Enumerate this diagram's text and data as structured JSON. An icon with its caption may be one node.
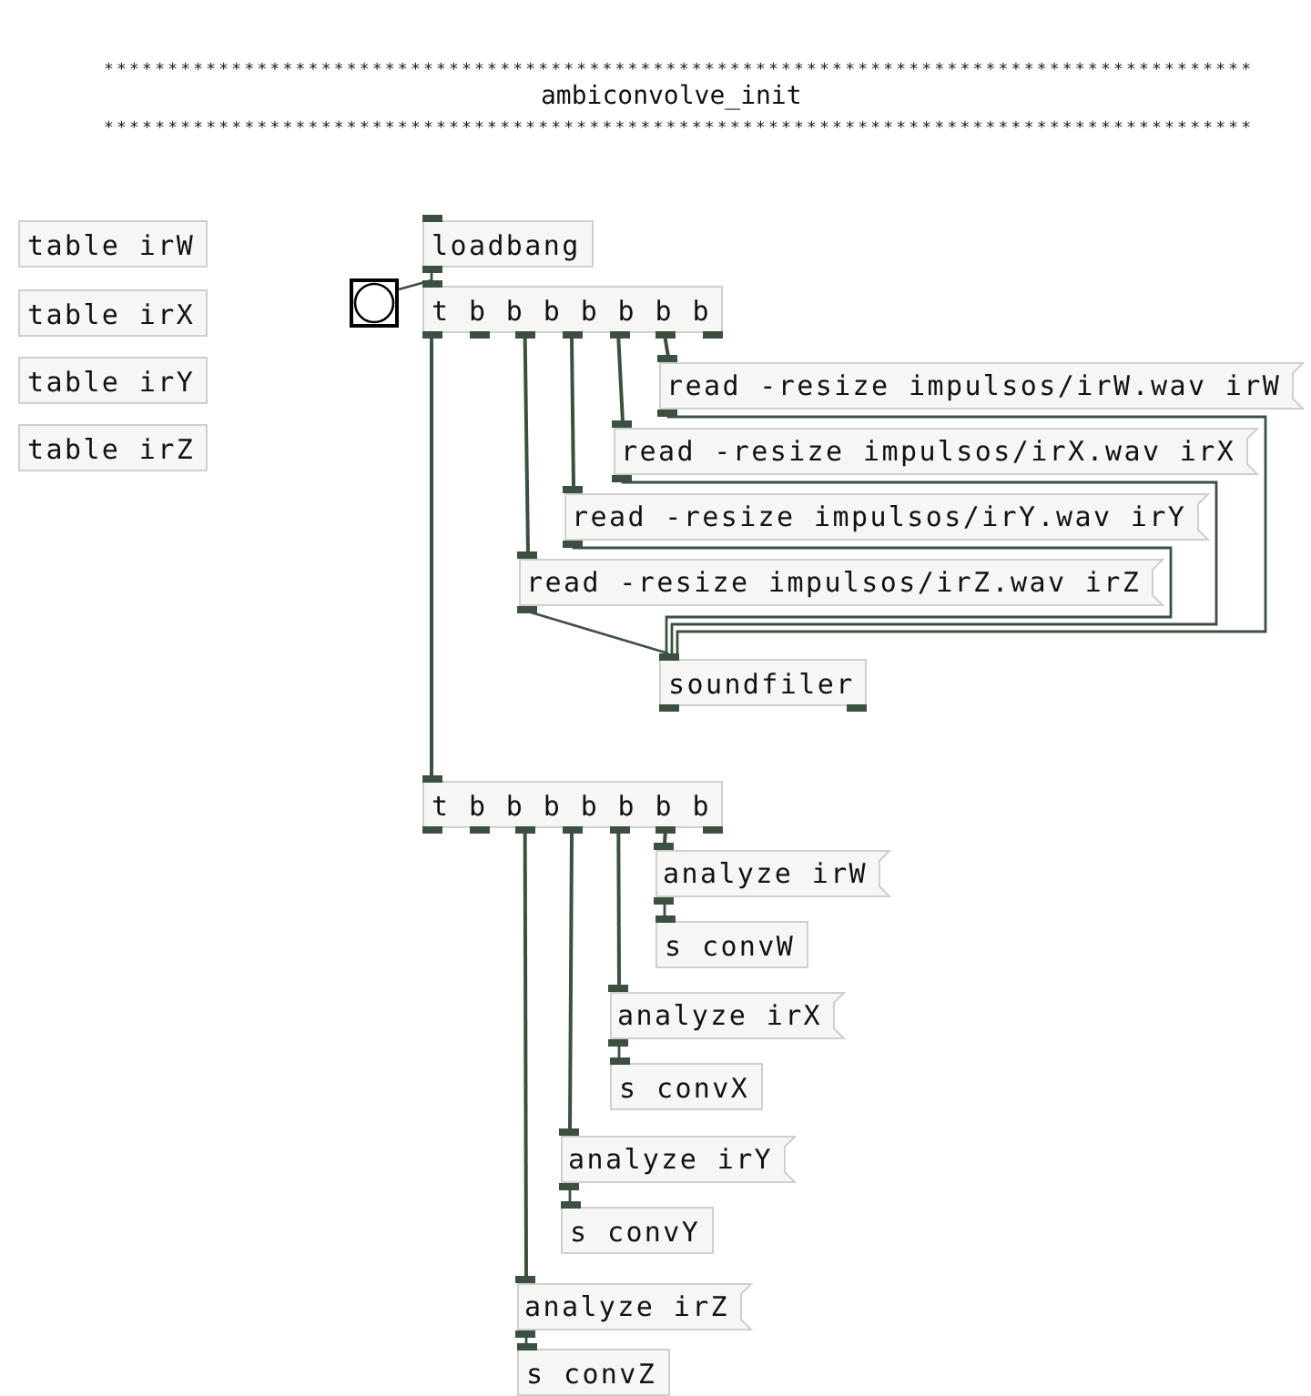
{
  "diagram": {
    "nodes": [
      {
        "text": [
          "table irW"
        ]
      },
      {
        "text": [
          "table irX"
        ]
      },
      {
        "text": [
          "table irY"
        ]
      },
      {
        "text": [
          "table irZ"
        ]
      },
      {
        "text": [
          "loadbang"
        ]
      },
      {
        "text": [],
        "shape": "box"
      },
      {
        "text": [
          "t b b b b b b b"
        ]
      },
      {
        "text": [
          "read -resize impulsos/irW.wav irW"
        ]
      },
      {
        "text": [
          "read -resize impulsos/irX.wav irX"
        ]
      },
      {
        "text": [
          "read -resize impulsos/irY.wav irY"
        ]
      },
      {
        "text": [
          "read -resize impulsos/irZ.wav irZ"
        ]
      },
      {
        "text": [
          "soundfiler"
        ]
      },
      {
        "text": [
          "t b b b b b b b"
        ]
      },
      {
        "text": [
          "analyze irW"
        ]
      },
      {
        "text": [
          "s convW"
        ]
      },
      {
        "text": [
          "analyze irX"
        ]
      },
      {
        "text": [
          "s convX"
        ]
      },
      {
        "text": [
          "analyze irY"
        ]
      },
      {
        "text": [
          "s convY"
        ]
      },
      {
        "text": [
          "analyze irZ"
        ]
      },
      {
        "text": [
          "s convZ"
        ]
      }
    ],
    "edges": [
      {
        "from": 4,
        "to": 6,
        "arrow": "none"
      },
      {
        "from": 5,
        "to": 6,
        "arrow": "none"
      },
      {
        "from": 6,
        "to": 12,
        "arrow": "none"
      },
      {
        "from": 6,
        "to": 7,
        "arrow": "none"
      },
      {
        "from": 6,
        "to": 8,
        "arrow": "none"
      },
      {
        "from": 6,
        "to": 9,
        "arrow": "none"
      },
      {
        "from": 6,
        "to": 10,
        "arrow": "none"
      },
      {
        "from": 7,
        "to": 11,
        "arrow": "none"
      },
      {
        "from": 8,
        "to": 11,
        "arrow": "none"
      },
      {
        "from": 9,
        "to": 11,
        "arrow": "none"
      },
      {
        "from": 10,
        "to": 11,
        "arrow": "none"
      },
      {
        "from": 12,
        "to": 13,
        "arrow": "none"
      },
      {
        "from": 12,
        "to": 15,
        "arrow": "none"
      },
      {
        "from": 12,
        "to": 17,
        "arrow": "none"
      },
      {
        "from": 12,
        "to": 19,
        "arrow": "none"
      },
      {
        "from": 13,
        "to": 14,
        "arrow": "none"
      },
      {
        "from": 15,
        "to": 16,
        "arrow": "none"
      },
      {
        "from": 17,
        "to": 18,
        "arrow": "none"
      },
      {
        "from": 19,
        "to": 20,
        "arrow": "none"
      }
    ],
    "labels": [
      "******************************************************************************************",
      "ambiconvolve_init",
      "******************************************************************************************"
    ]
  }
}
